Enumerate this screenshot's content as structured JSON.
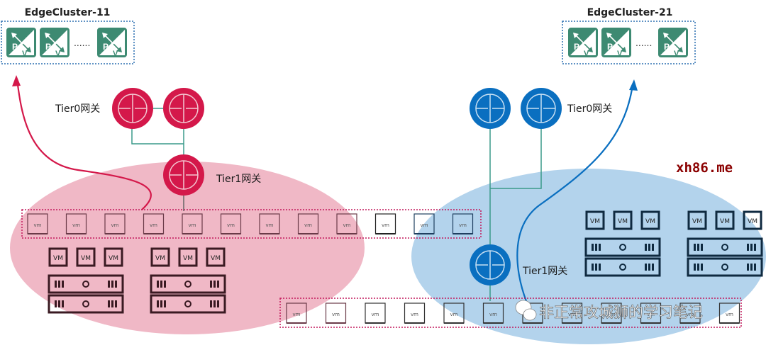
{
  "diagram": {
    "edge_clusters": [
      {
        "name": "EdgeCluster-11",
        "ellipsis": "......",
        "node_icon": "edge-node-icon",
        "node_letters": [
          "P",
          "V"
        ]
      },
      {
        "name": "EdgeCluster-21",
        "ellipsis": "......",
        "node_icon": "edge-node-icon",
        "node_letters": [
          "P",
          "V"
        ]
      }
    ],
    "left_site": {
      "tier0_label": "Tier0网关",
      "tier1_label": "Tier1网关",
      "color": "#d4184a",
      "zone_color": "#f0b8c6"
    },
    "right_site": {
      "tier0_label": "Tier0网关",
      "tier1_label": "Tier1网关",
      "color": "#0a6fc0",
      "zone_color": "#b3d3ec"
    },
    "segment_vm_label": "vm",
    "host_vm_label": "VM",
    "watermark": "xh86.me",
    "wechat_caption": "非正常攻城狮的学习笔记",
    "colors": {
      "edge_green": "#3d8a72",
      "link_teal": "#3a9a8a",
      "segment_border": "#c2185b",
      "cluster_border": "#2a6fb0"
    }
  }
}
